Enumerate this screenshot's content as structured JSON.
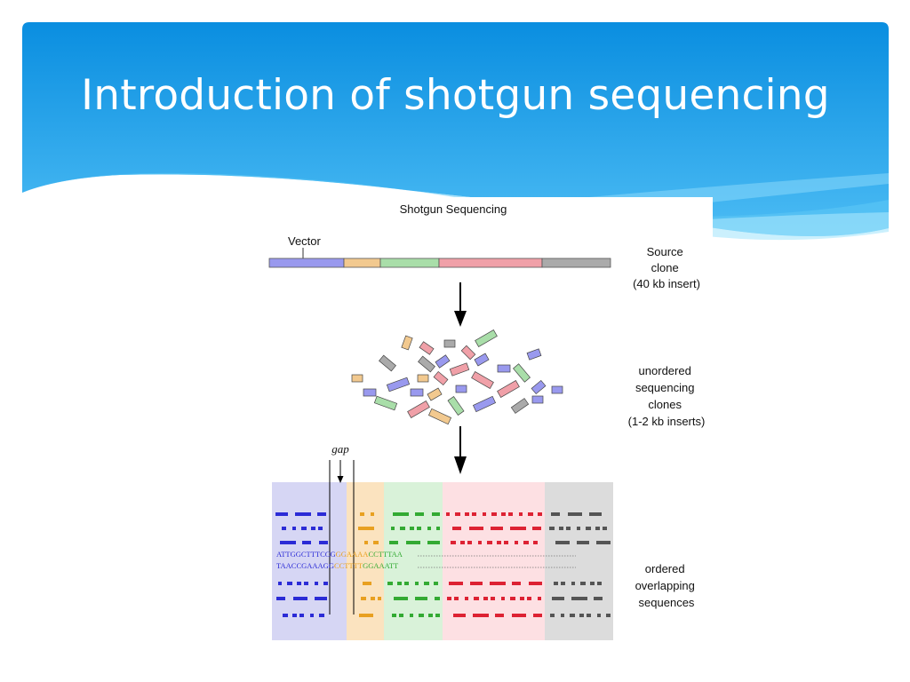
{
  "slide": {
    "title": "Introduction of shotgun sequencing"
  },
  "diagram": {
    "title": "Shotgun Sequencing",
    "vector_label": "Vector",
    "gap_label": "gap",
    "steps": [
      {
        "name": "source-clone",
        "lines": [
          "Source",
          "clone",
          "(40 kb insert)"
        ]
      },
      {
        "name": "unordered-clones",
        "lines": [
          "unordered",
          "sequencing",
          "clones",
          "(1-2 kb inserts)"
        ]
      },
      {
        "name": "ordered-sequences",
        "lines": [
          "ordered",
          "overlapping",
          "sequences"
        ]
      }
    ],
    "sequences": [
      {
        "blue": "ATTGGCTTTCCG",
        "orange": "GGAAAA",
        "green": "CCTTTAA"
      },
      {
        "blue": "TAACCGAAAGG",
        "orange": "CCTTTT",
        "green": "GGAAATT"
      }
    ],
    "colors": {
      "blue": "#2b2bd6",
      "orange": "#e8a020",
      "green": "#33aa33",
      "red": "#dd2233",
      "gray": "#555555",
      "blue_light": "#9999ee",
      "orange_light": "#f2c98f",
      "green_light": "#a9dea9",
      "red_light": "#f0a0a8",
      "gray_light": "#aaaaaa"
    }
  }
}
